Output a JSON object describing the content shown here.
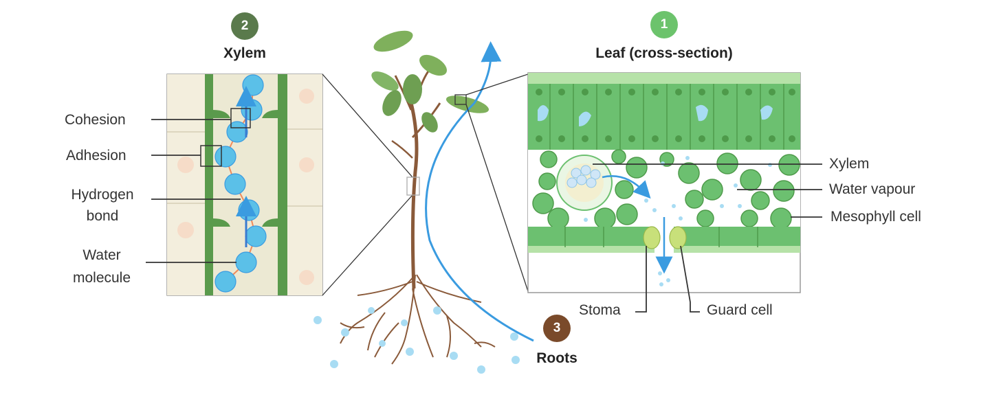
{
  "panels": {
    "xylem": {
      "number": "2",
      "title": "Xylem",
      "color": "#5a7a4c"
    },
    "leaf": {
      "number": "1",
      "title": "Leaf (cross-section)",
      "color": "#6cc36c"
    },
    "roots": {
      "number": "3",
      "title": "Roots",
      "color": "#7a4a2a"
    }
  },
  "xylem_labels": {
    "cohesion": "Cohesion",
    "adhesion": "Adhesion",
    "hydrogen_bond_line1": "Hydrogen",
    "hydrogen_bond_line2": "bond",
    "water_molecule_line1": "Water",
    "water_molecule_line2": "molecule"
  },
  "leaf_labels": {
    "xylem": "Xylem",
    "water_vapour": "Water vapour",
    "mesophyll_cell": "Mesophyll cell",
    "stoma": "Stoma",
    "guard_cell": "Guard cell"
  },
  "colors": {
    "water": "#5bc0e8",
    "flow_arrow": "#3a9be0",
    "leaf_green": "#6cc070",
    "dark_green": "#4e9a4a",
    "stem": "#8a5a3a",
    "cell_wall_bg": "#f5f2e3"
  }
}
